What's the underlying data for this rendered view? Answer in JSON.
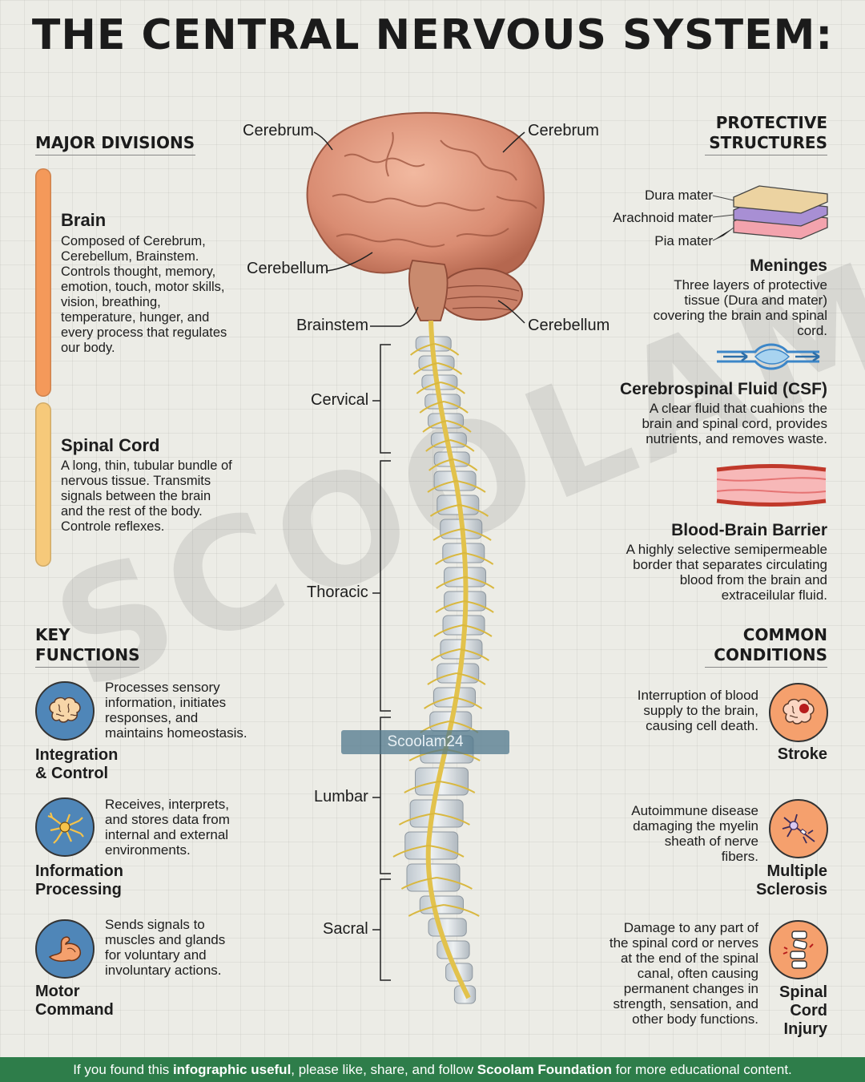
{
  "title": "THE CENTRAL NERVOUS SYSTEM:",
  "major_divisions": {
    "heading": "MAJOR DIVISIONS",
    "brain": {
      "title": "Brain",
      "text": "Composed of Cerebrum, Cerebellum, Brainstem. Controls thought, memory, emotion, touch, motor skills, vision, breathing, temperature, hunger, and every process that regulates our body.",
      "color": "#f4995a"
    },
    "spinal_cord": {
      "title": "Spinal Cord",
      "text": "A long, thin, tubular bundle of nervous tissue. Transmits signals between the brain and the rest of the body. Controle reflexes.",
      "color": "#f6c97a"
    }
  },
  "key_functions": {
    "heading_line1": "KEY",
    "heading_line2": "FUNCTIONS",
    "items": [
      {
        "text": "Processes sensory information, initiates responses, and maintains homeostasis.",
        "title_line1": "Integration",
        "title_line2": "& Control",
        "icon": "brain-icon"
      },
      {
        "text": "Receives, interprets, and stores data from internal and external environments.",
        "title_line1": "Information",
        "title_line2": "Processing",
        "icon": "neuron-icon"
      },
      {
        "text": "Sends signals to muscles and glands for voluntary and involuntary actions.",
        "title_line1": "Motor",
        "title_line2": "Command",
        "icon": "muscle-icon"
      }
    ]
  },
  "diagram_labels": {
    "cerebrum_left": "Cerebrum",
    "cerebrum_right": "Cerebrum",
    "cerebellum_left": "Cerebellum",
    "cerebellum_right": "Cerebellum",
    "brainstem": "Brainstem",
    "cervical": "Cervical",
    "thoracic": "Thoracic",
    "lumbar": "Lumbar",
    "sacral": "Sacral"
  },
  "protective_structures": {
    "heading_line1": "PROTECTIVE",
    "heading_line2": "STRUCTURES",
    "meninges": {
      "layers": [
        "Dura mater",
        "Arachnoid mater",
        "Pia mater"
      ],
      "title": "Meninges",
      "text": "Three layers of protective tissue (Dura and mater) covering the brain and spinal cord."
    },
    "csf": {
      "title": "Cerebrospinal Fluid (CSF)",
      "text": "A clear fluid that cuahions the brain and spinal cord, provides nutrients, and removes waste."
    },
    "bbb": {
      "title": "Blood-Brain Barrier",
      "text": "A highly selective semipermeable border that separates circulating blood from the brain and extraceilular fluid."
    }
  },
  "common_conditions": {
    "heading_line1": "COMMON",
    "heading_line2": "CONDITIONS",
    "items": [
      {
        "text": "Interruption of blood supply to the brain, causing cell death.",
        "title_line1": "Stroke",
        "title_line2": "",
        "title_line3": "",
        "icon": "stroke-brain-icon"
      },
      {
        "text": "Autoimmune disease damaging the myelin sheath of nerve fibers.",
        "title_line1": "Multiple",
        "title_line2": "Sclerosis",
        "title_line3": "",
        "icon": "nerve-cell-icon"
      },
      {
        "text": "Damage to any part of the spinal cord or nerves at the end of the spinal canal, often causing permanent changes in strength, sensation, and other body functions.",
        "title_line1": "Spinal",
        "title_line2": "Cord",
        "title_line3": "Injury",
        "icon": "vertebrae-icon"
      }
    ]
  },
  "watermark": "SCOOLAM",
  "tag": "Scoolam24",
  "footer": {
    "pre": "If you found this ",
    "bold1": "infographic useful",
    "mid": ", please like, share, and follow ",
    "bold2": "Scoolam Foundation",
    "post": " for more educational content."
  }
}
